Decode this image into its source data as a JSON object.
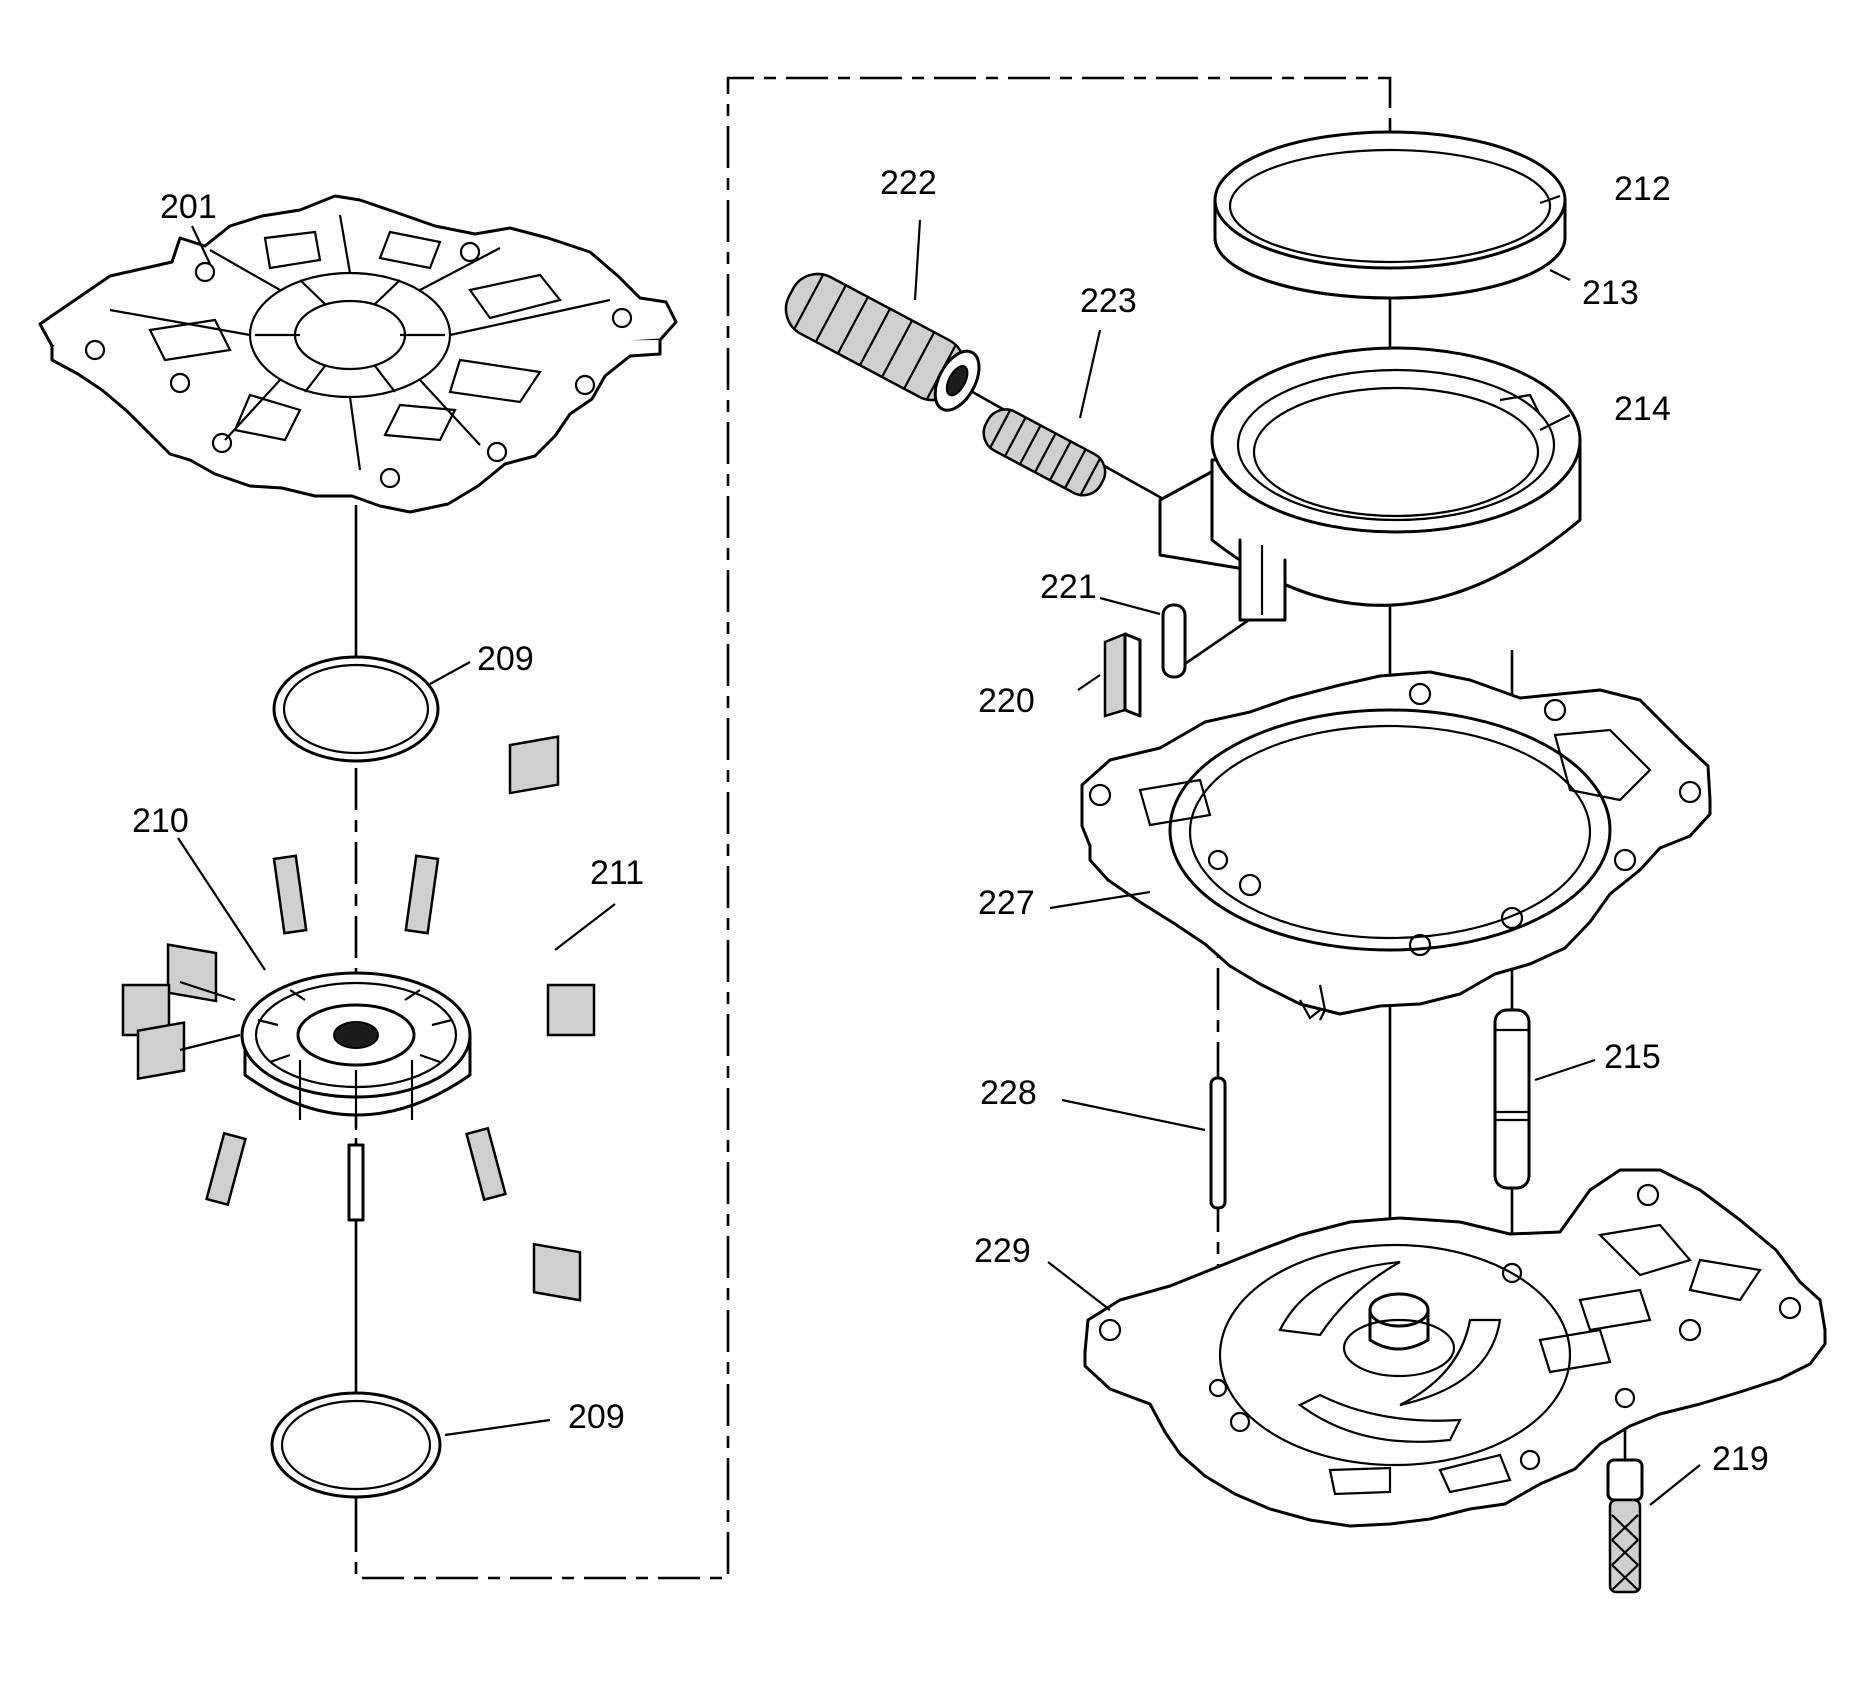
{
  "callouts": {
    "c201": "201",
    "c209a": "209",
    "c209b": "209",
    "c210": "210",
    "c211": "211",
    "c212": "212",
    "c213": "213",
    "c214": "214",
    "c215": "215",
    "c219": "219",
    "c220": "220",
    "c221": "221",
    "c222": "222",
    "c223": "223",
    "c227": "227",
    "c228": "228",
    "c229": "229"
  }
}
